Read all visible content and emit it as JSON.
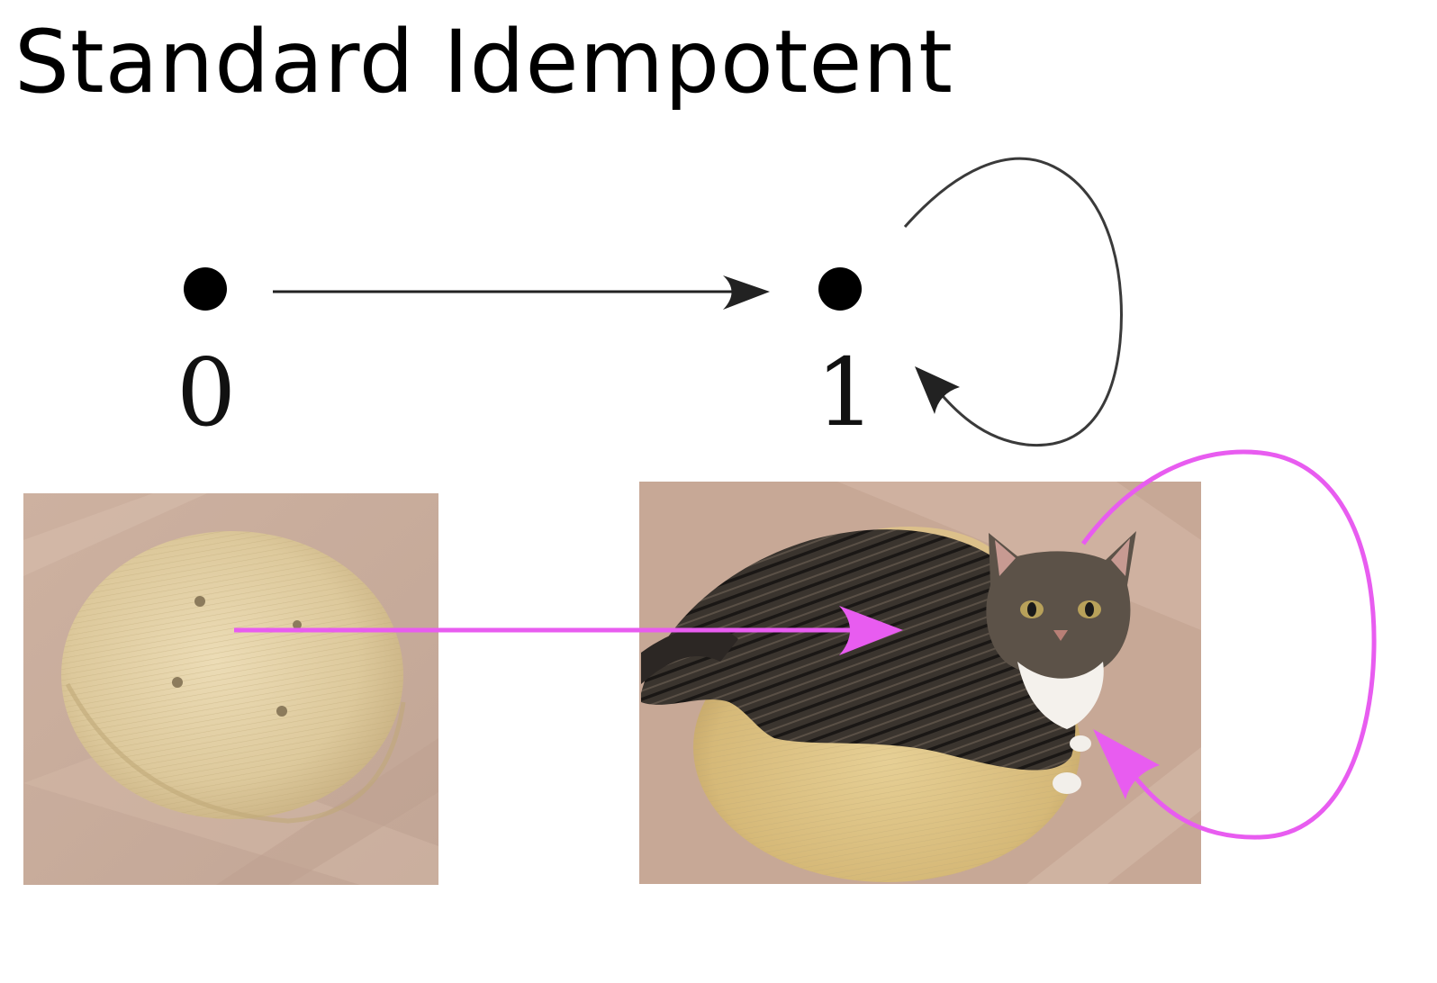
{
  "title": "Standard Idempotent",
  "nodes": [
    {
      "id": "node-0",
      "label": "0"
    },
    {
      "id": "node-1",
      "label": "1"
    }
  ],
  "edges": [
    {
      "from": "0",
      "to": "1",
      "kind": "arrow"
    },
    {
      "from": "1",
      "to": "1",
      "kind": "self-loop"
    }
  ],
  "photos": [
    {
      "name": "empty-cushion-photo",
      "subject": "empty cushion"
    },
    {
      "name": "cat-on-cushion-photo",
      "subject": "cat on cushion"
    }
  ],
  "colors": {
    "diagram_ink": "#222222",
    "highlight_arrow": "#e85cf0",
    "carpet": "#c9ab99",
    "cushion": "#d9c79a",
    "cat_fur": "#2e2a26"
  }
}
